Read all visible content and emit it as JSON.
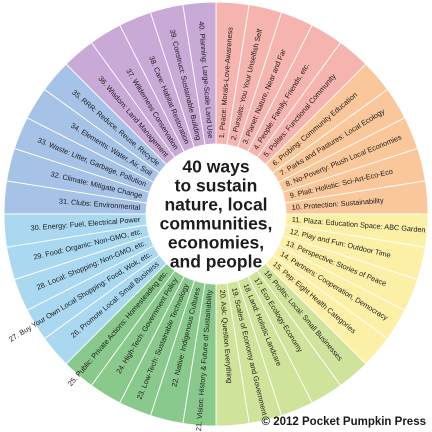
{
  "title_lines": [
    "40 ways",
    "to sustain",
    "nature, local",
    "communities,",
    "economies,",
    "and people"
  ],
  "copyright": "© 2012 Pocket Pumpkin Press",
  "colors": {
    "pink": "#f6b4ae",
    "orange": "#fac79a",
    "yellow": "#fbf0a5",
    "lime": "#cfe39a",
    "green": "#8ac98c",
    "teal": "#9dd6c9",
    "sky": "#a9d8f0",
    "blue": "#a6c2e6",
    "purple": "#c9a9d6",
    "border": "#ffffff"
  },
  "items": [
    {
      "label": "1. Peace: Morals-Love-Awareness",
      "color": "pink"
    },
    {
      "label": "2. Pursuits: You Your Unselfish Self",
      "color": "pink"
    },
    {
      "label": "3. Planet: Nature, Near and Far",
      "color": "pink"
    },
    {
      "label": "4. People: Family, Friends, etc.",
      "color": "pink"
    },
    {
      "label": "5. Polites: Functional Community",
      "color": "pink"
    },
    {
      "label": "6. Probing: Community Education",
      "color": "orange"
    },
    {
      "label": "7. Parks and Pastures: Local Ecology",
      "color": "orange"
    },
    {
      "label": "8. No-Poverty: Plush Local Economies",
      "color": "orange"
    },
    {
      "label": "9. Plait: Holistic: Sci-Art-Eco-Eco",
      "color": "orange"
    },
    {
      "label": "10. Protection: Sustainability",
      "color": "orange"
    },
    {
      "label": "11. Plaza: Education Space: ABC Garden",
      "color": "yellow"
    },
    {
      "label": "12. Play and Fun: Outdoor Time",
      "color": "yellow"
    },
    {
      "label": "13. Perspective: Stories of Peace",
      "color": "yellow"
    },
    {
      "label": "14. Partners: Cooperation, Democracy",
      "color": "yellow"
    },
    {
      "label": "15. Pep: Eight Health Categories",
      "color": "yellow"
    },
    {
      "label": "16. Profits: Local: Small Businesses",
      "color": "lime"
    },
    {
      "label": "17. Eco Ecology-Economy",
      "color": "lime"
    },
    {
      "label": "18. Land: Holistic Landcare",
      "color": "lime"
    },
    {
      "label": "19. Scales of Economy and Government",
      "color": "lime"
    },
    {
      "label": "20. Ask: Question Everything",
      "color": "lime"
    },
    {
      "label": "21. Vision: History & Future of Sustainability",
      "color": "green"
    },
    {
      "label": "22. Native: Indigenous Cultures",
      "color": "green"
    },
    {
      "label": "23. Low-Tech: Sustainable Technology",
      "color": "green"
    },
    {
      "label": "24. High-Tech: Government Policy",
      "color": "green"
    },
    {
      "label": "25. Public: Private Actions: Homesteading etc.",
      "color": "green"
    },
    {
      "label": "26. Promote Local: Small Business",
      "color": "sky"
    },
    {
      "label": "27. Buy Your Own Local Shopping: Food, Wok, etc.",
      "color": "sky"
    },
    {
      "label": "28. Local: Shopping: Non-GMO, etc.",
      "color": "sky"
    },
    {
      "label": "29. Food: Organic: Non-GMO, etc.",
      "color": "sky"
    },
    {
      "label": "30. Energy: Fuel, Electrical Power",
      "color": "sky"
    },
    {
      "label": "31. Clubs: Environmental",
      "color": "blue"
    },
    {
      "label": "32. Climate: Mitigate Change",
      "color": "blue"
    },
    {
      "label": "33. Waste: Litter, Garbage, Pollution",
      "color": "blue"
    },
    {
      "label": "34. Elements: Water, Air, Soil",
      "color": "blue"
    },
    {
      "label": "35. RRR: Reduce, Reuse, Recycle",
      "color": "blue"
    },
    {
      "label": "36. Wisdom: Land Management",
      "color": "purple"
    },
    {
      "label": "37. Wilderness Conservation",
      "color": "purple"
    },
    {
      "label": "38. Care: Habitat Restoration",
      "color": "purple"
    },
    {
      "label": "39. Construct: Sustainable Building",
      "color": "purple"
    },
    {
      "label": "40. Planning: Large-Scale Land Use",
      "color": "purple"
    }
  ]
}
